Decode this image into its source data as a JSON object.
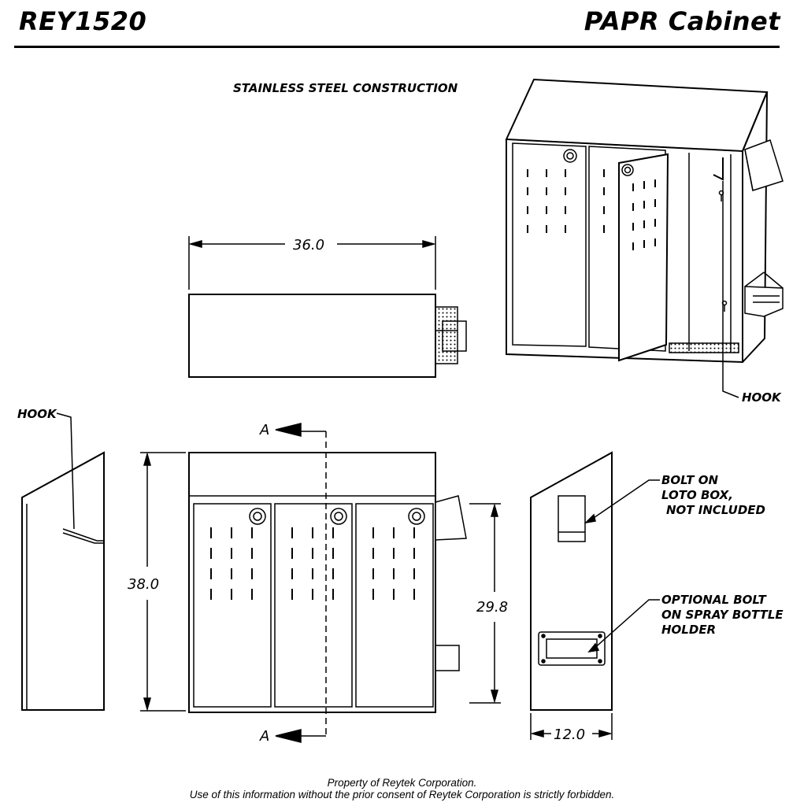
{
  "header": {
    "title_left": "REY1520",
    "title_right": "PAPR Cabinet"
  },
  "notes": {
    "construction": "STAINLESS STEEL CONSTRUCTION",
    "hook_iso": "HOOK",
    "hook_side": "HOOK",
    "loto_line1": "BOLT ON",
    "loto_line2": "LOTO BOX,",
    "loto_line3": "NOT INCLUDED",
    "spray_line1": "OPTIONAL BOLT",
    "spray_line2": "ON SPRAY BOTTLE",
    "spray_line3": "HOLDER"
  },
  "dimensions": {
    "width": "36.0",
    "height": "38.0",
    "door_height": "29.8",
    "depth": "12.0"
  },
  "section": {
    "label_top": "A",
    "label_bottom": "A"
  },
  "footer": {
    "line1": "Property of Reytek Corporation.",
    "line2": "Use of this information without the prior consent of Reytek Corporation is strictly forbidden."
  }
}
